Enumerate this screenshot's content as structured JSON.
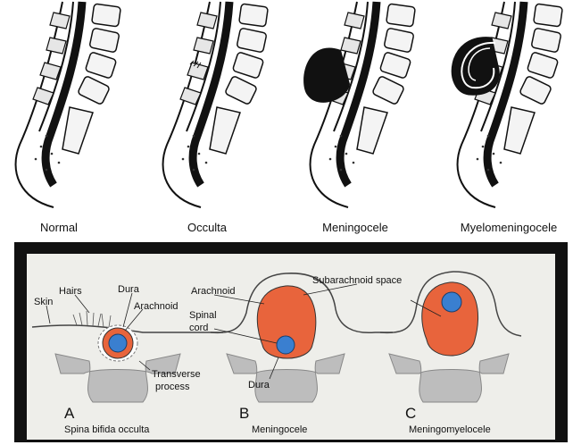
{
  "top_row": {
    "labels": [
      "Normal",
      "Occulta",
      "Meningocele",
      "Myelomeningocele"
    ]
  },
  "bottom_panel": {
    "panels": [
      {
        "letter": "A",
        "caption": "Spina bifida occulta"
      },
      {
        "letter": "B",
        "caption": "Meningocele"
      },
      {
        "letter": "C",
        "caption": "Meningomyelocele"
      }
    ],
    "annotations": {
      "skin": "Skin",
      "hairs": "Hairs",
      "dura_a": "Dura",
      "arachnoid_a": "Arachnoid",
      "arachnoid_b": "Arachnoid",
      "subarachnoid": "Subarachnoid space",
      "spinal": "Spinal",
      "cord": "cord",
      "transverse": "Transverse",
      "process": "process",
      "dura_b": "Dura"
    },
    "colors": {
      "frame": "#111111",
      "paper": "#eeeeea",
      "csf": "#e8643c",
      "cord": "#3a7fd0",
      "bone": "#bdbdbd"
    }
  }
}
